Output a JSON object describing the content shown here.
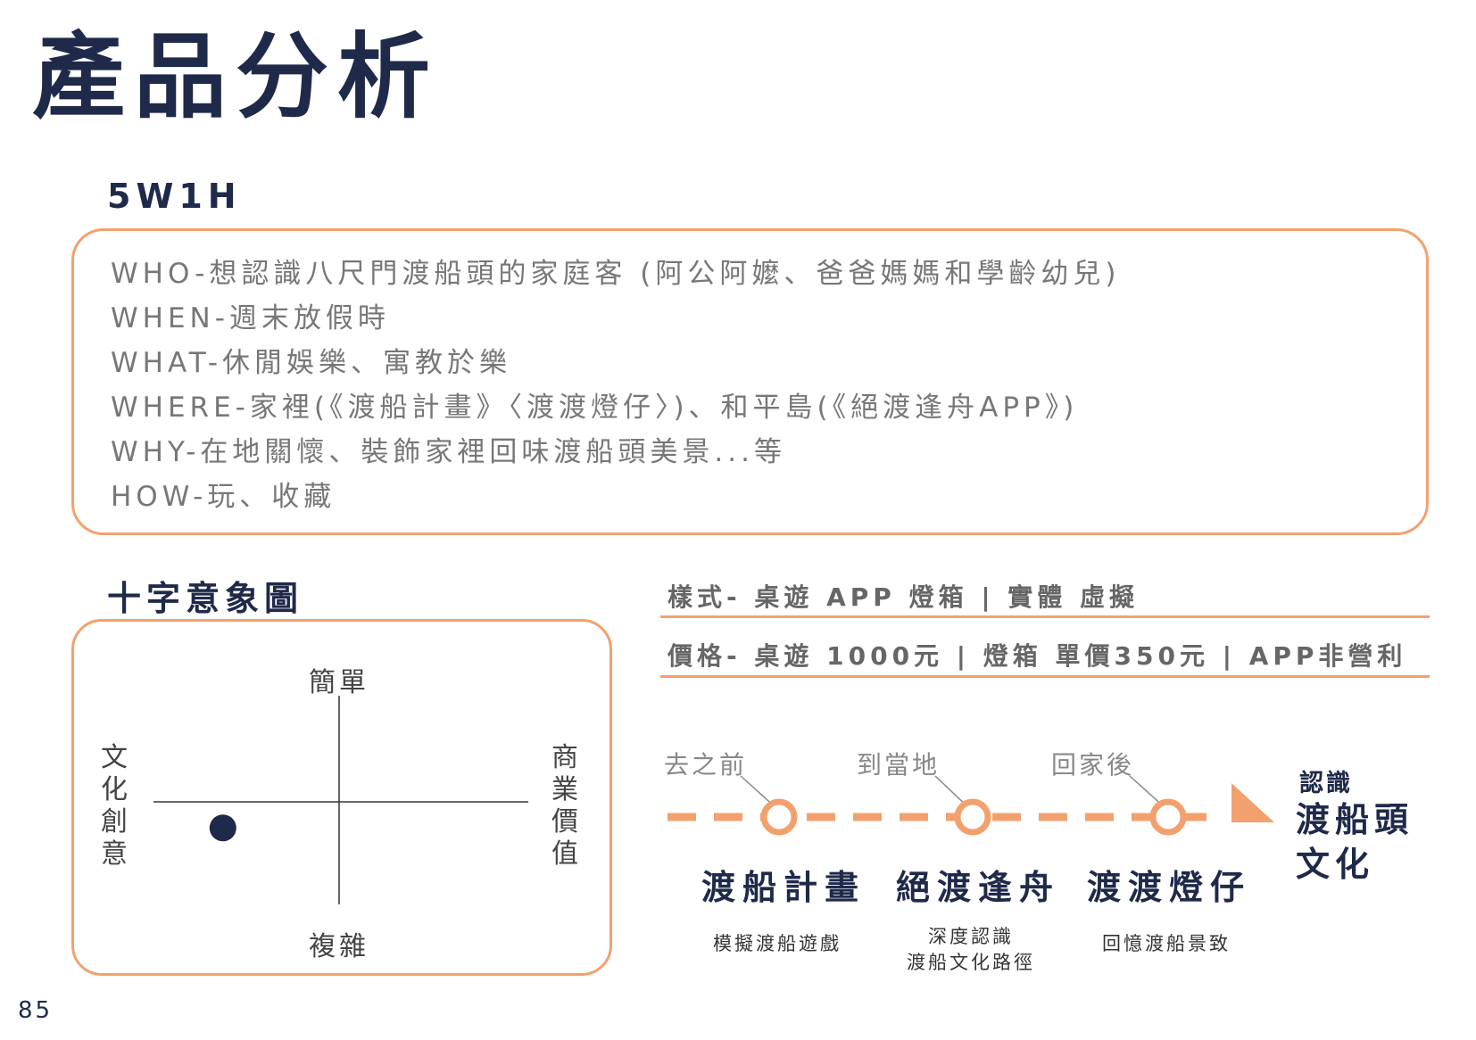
{
  "title": "產品分析",
  "page_number": "85",
  "five_w_one_h": {
    "heading": "5W1H",
    "lines": [
      "WHO-想認識八尺門渡船頭的家庭客 (阿公阿嬤、爸爸媽媽和學齡幼兒)",
      "WHEN-週末放假時",
      "WHAT-休閒娛樂、寓教於樂",
      "WHERE-家裡(《渡船計畫》〈渡渡燈仔〉)、和平島(《絕渡逢舟APP》)",
      "WHY-在地關懷、裝飾家裡回味渡船頭美景...等",
      "HOW-玩、收藏"
    ]
  },
  "cross_chart": {
    "heading": "十字意象圖",
    "top": "簡單",
    "bottom": "複雜",
    "left": "文化創意",
    "right": "商業價值",
    "point": {
      "x": -0.62,
      "y": -0.25
    },
    "colors": {
      "border": "#f2a16e",
      "axis": "#333333",
      "point": "#1f2a4a"
    }
  },
  "info": {
    "style_line": "樣式- 桌遊 APP 燈箱 | 實體 虛擬",
    "price_line": "價格- 桌遊 1000元 | 燈箱 單價350元 | APP非營利"
  },
  "timeline": {
    "steps": [
      {
        "label": "去之前",
        "product": "渡船計畫",
        "desc": [
          "模擬渡船遊戲"
        ]
      },
      {
        "label": "到當地",
        "product": "絕渡逢舟",
        "desc": [
          "深度認識",
          "渡船文化路徑"
        ]
      },
      {
        "label": "回家後",
        "product": "渡渡燈仔",
        "desc": [
          "回憶渡船景致"
        ]
      }
    ],
    "target_small": "認識",
    "target_line1": "渡船頭",
    "target_line2": "文化",
    "accent_color": "#f2a16e"
  }
}
